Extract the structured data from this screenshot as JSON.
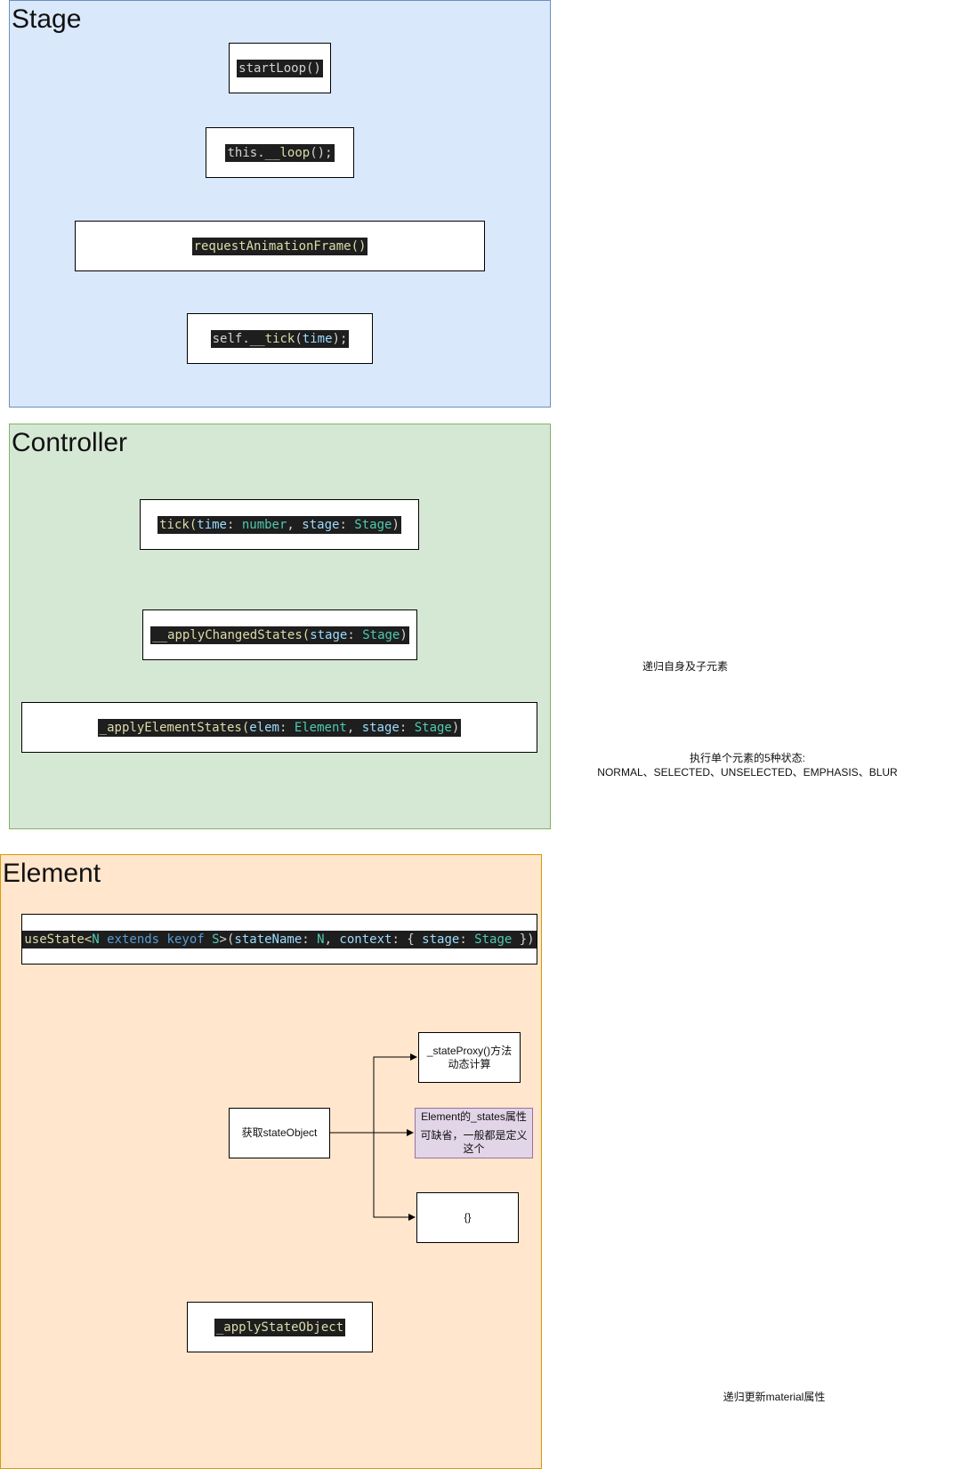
{
  "lanes": {
    "stage": {
      "title": "Stage",
      "fill": "#dae8fc",
      "stroke": "#6c8ebf"
    },
    "controller": {
      "title": "Controller",
      "fill": "#d5e8d4",
      "stroke": "#82b366"
    },
    "element": {
      "title": "Element",
      "fill": "#ffe6cc",
      "stroke": "#d79b00"
    }
  },
  "stage": {
    "start_loop": "startLoop()",
    "this_loop_a": "this.",
    "this_loop_b": "__loop",
    "this_loop_c": "();",
    "request_animation_frame": "requestAnimationFrame()",
    "self_tick_a": "self.",
    "self_tick_b": "__tick",
    "self_tick_c": "(",
    "self_tick_d": "time",
    "self_tick_e": ");"
  },
  "controller": {
    "tick_a": "tick(",
    "tick_b": "time",
    "tick_c": ": ",
    "tick_d": "number",
    "tick_e": ", ",
    "tick_f": "stage",
    "tick_g": ": ",
    "tick_h": "Stage",
    "tick_i": ")",
    "apply_changed_a": "__applyChangedStates(",
    "apply_changed_b": "stage",
    "apply_changed_c": ": ",
    "apply_changed_d": "Stage",
    "apply_changed_e": ")",
    "apply_element_a": "_applyElementStates(",
    "apply_element_b": "elem",
    "apply_element_c": ": ",
    "apply_element_d": "Element",
    "apply_element_e": ", ",
    "apply_element_f": "stage",
    "apply_element_g": ": ",
    "apply_element_h": "Stage",
    "apply_element_i": ")"
  },
  "element": {
    "use_state_a": "useState<",
    "use_state_b": "N",
    "use_state_c": " extends keyof ",
    "use_state_d": "S",
    "use_state_e": ">(",
    "use_state_f": "stateName",
    "use_state_g": ": ",
    "use_state_h": "N",
    "use_state_i": ", ",
    "use_state_j": "context",
    "use_state_k": ": { ",
    "use_state_l": "stage",
    "use_state_m": ": ",
    "use_state_n": "Stage",
    "use_state_o": " })",
    "get_state_object": "获取stateObject",
    "state_proxy": "_stateProxy()方法动态计算",
    "states_attr_title": "Element的_states属性",
    "states_attr_body": "可缺省，一般都是定义这个",
    "states_attr_fill": "#e1d5e7",
    "states_attr_stroke": "#9673a6",
    "empty_object": "{}",
    "apply_state_object": "_applyStateObject"
  },
  "notes": {
    "recurse_self": "递归自身及子元素",
    "exec_states_line1": "执行单个元素的5种状态:",
    "exec_states_line2": "NORMAL、SELECTED、UNSELECTED、EMPHASIS、BLUR",
    "recurse_material": "递归更新material属性"
  }
}
